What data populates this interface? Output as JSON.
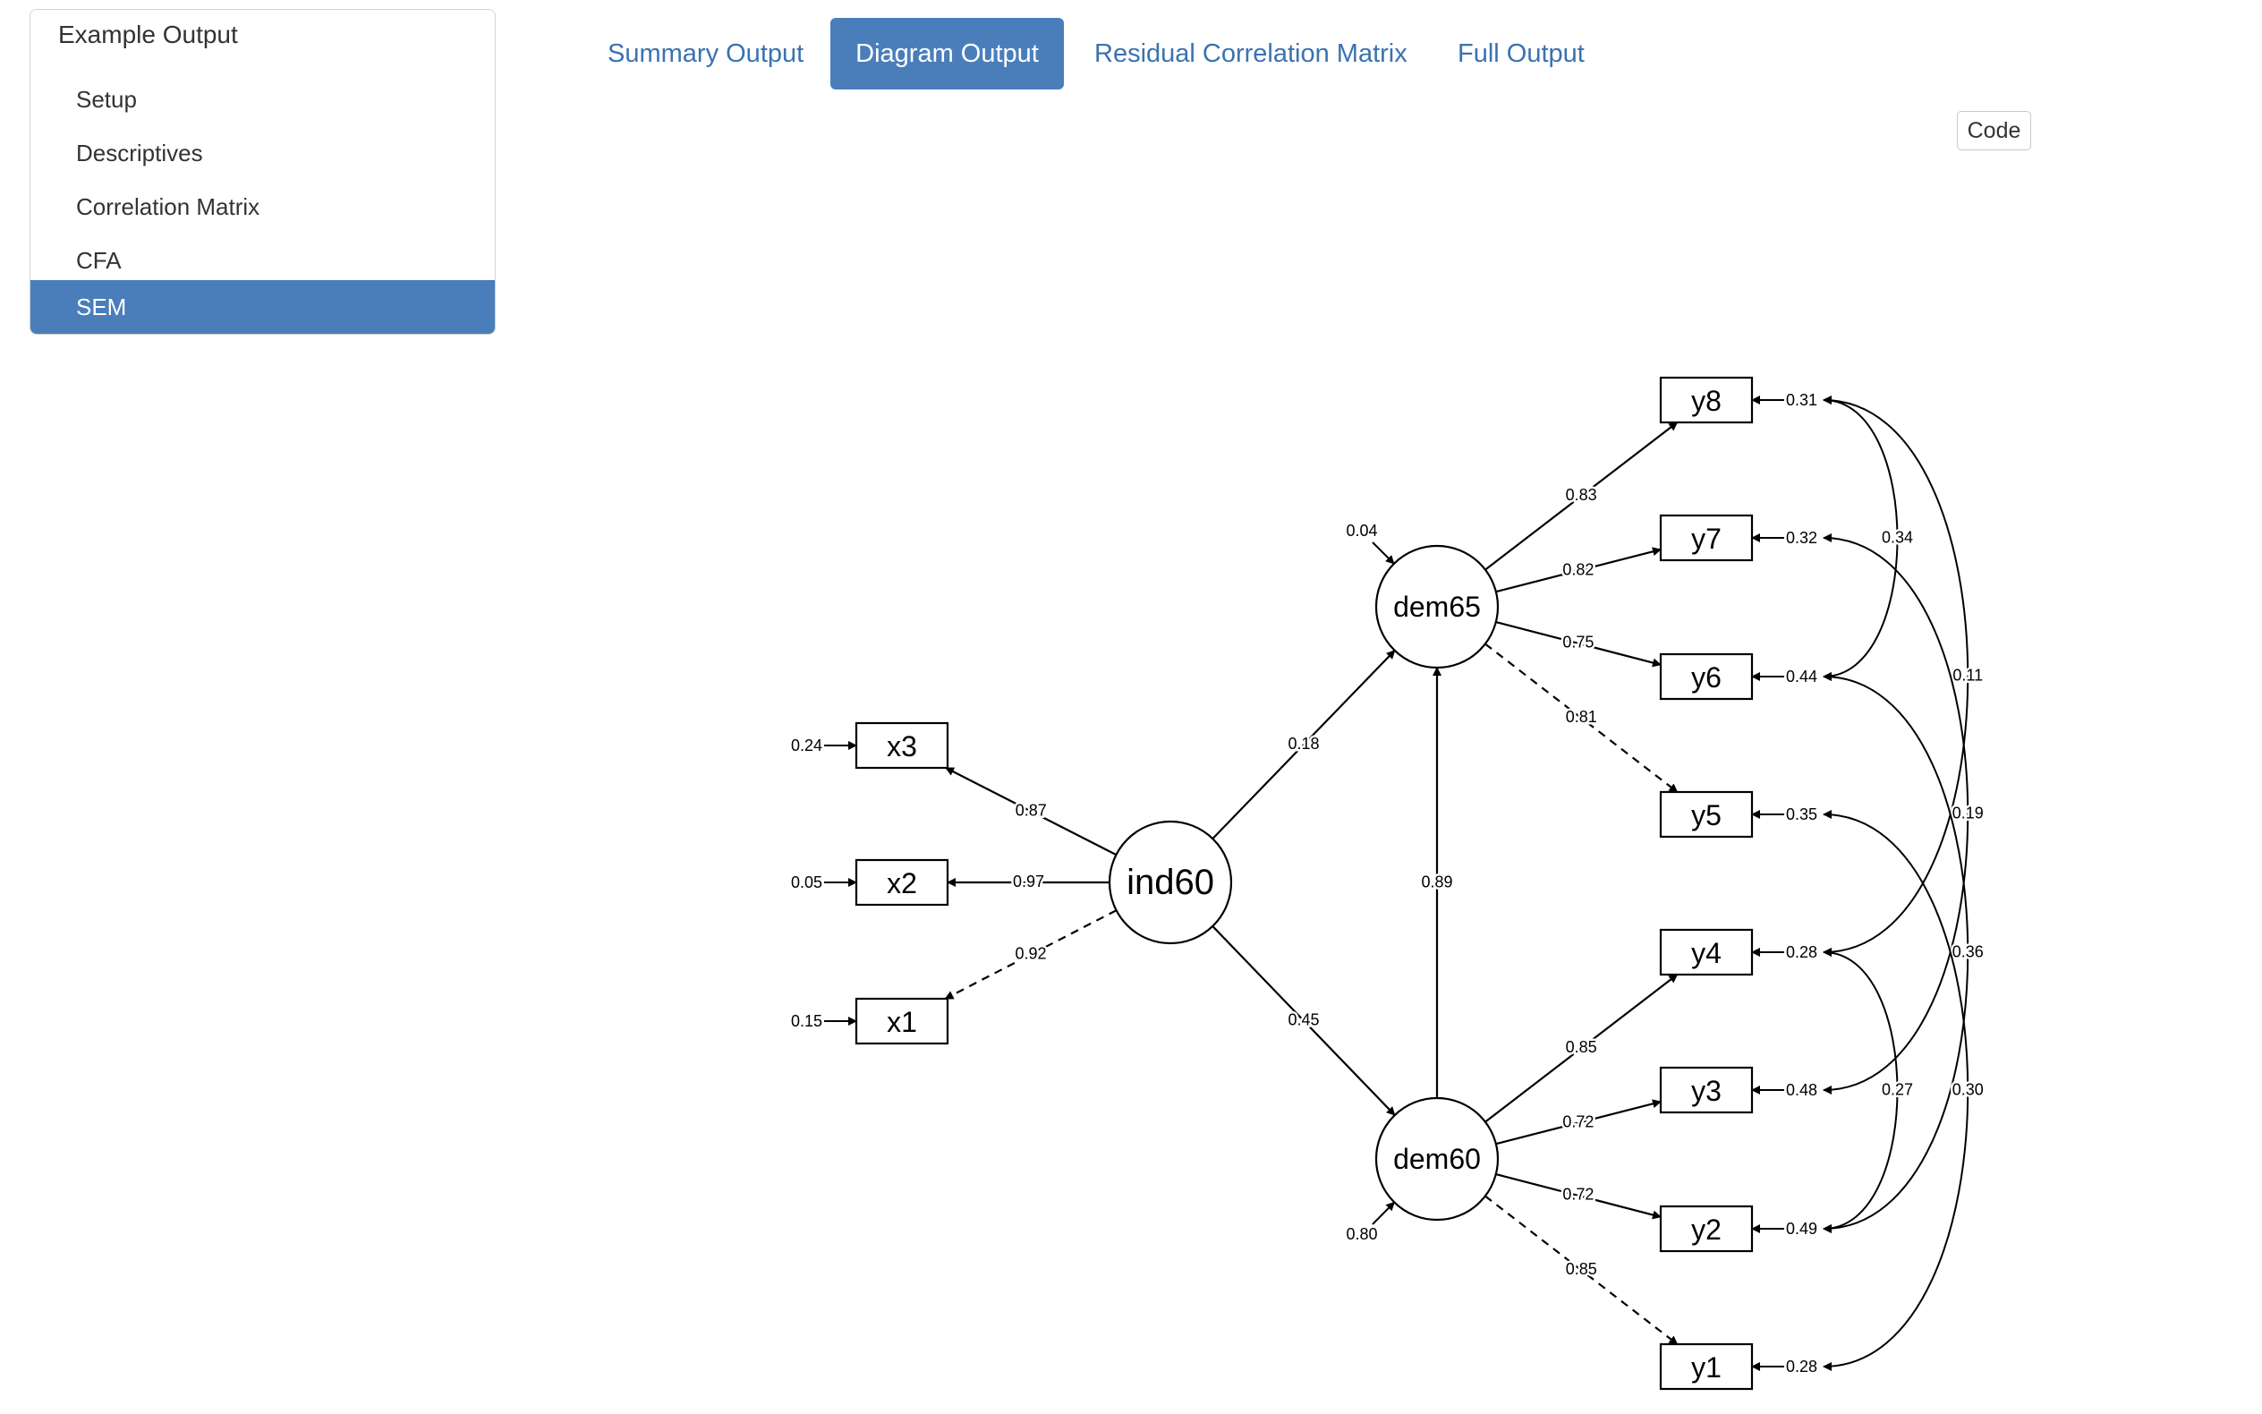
{
  "sidebar": {
    "title": "Example Output",
    "items": [
      {
        "label": "Setup",
        "active": false
      },
      {
        "label": "Descriptives",
        "active": false
      },
      {
        "label": "Correlation Matrix",
        "active": false
      },
      {
        "label": "CFA",
        "active": false
      },
      {
        "label": "SEM",
        "active": true
      }
    ]
  },
  "tabs": [
    {
      "label": "Summary Output",
      "active": false
    },
    {
      "label": "Diagram Output",
      "active": true
    },
    {
      "label": "Residual Correlation Matrix",
      "active": false
    },
    {
      "label": "Full Output",
      "active": false
    }
  ],
  "code_button": "Code",
  "colors": {
    "accent": "#4a7ebb",
    "link": "#3a72b0"
  },
  "diagram": {
    "latents": [
      {
        "id": "ind60",
        "label": "ind60"
      },
      {
        "id": "dem65",
        "label": "dem65",
        "disturbance": "0.04"
      },
      {
        "id": "dem60",
        "label": "dem60",
        "disturbance": "0.80"
      }
    ],
    "indicators": [
      {
        "id": "x3",
        "label": "x3",
        "residual": "0.24"
      },
      {
        "id": "x2",
        "label": "x2",
        "residual": "0.05"
      },
      {
        "id": "x1",
        "label": "x1",
        "residual": "0.15"
      },
      {
        "id": "y8",
        "label": "y8",
        "residual": "0.31"
      },
      {
        "id": "y7",
        "label": "y7",
        "residual": "0.32"
      },
      {
        "id": "y6",
        "label": "y6",
        "residual": "0.44"
      },
      {
        "id": "y5",
        "label": "y5",
        "residual": "0.35"
      },
      {
        "id": "y4",
        "label": "y4",
        "residual": "0.28"
      },
      {
        "id": "y3",
        "label": "y3",
        "residual": "0.48"
      },
      {
        "id": "y2",
        "label": "y2",
        "residual": "0.49"
      },
      {
        "id": "y1",
        "label": "y1",
        "residual": "0.28"
      }
    ],
    "loadings": [
      {
        "from": "ind60",
        "to": "x3",
        "value": "0.87",
        "fixed": false
      },
      {
        "from": "ind60",
        "to": "x2",
        "value": "0.97",
        "fixed": false
      },
      {
        "from": "ind60",
        "to": "x1",
        "value": "0.92",
        "fixed": true
      },
      {
        "from": "dem65",
        "to": "y8",
        "value": "0.83",
        "fixed": false
      },
      {
        "from": "dem65",
        "to": "y7",
        "value": "0.82",
        "fixed": false
      },
      {
        "from": "dem65",
        "to": "y6",
        "value": "0.75",
        "fixed": false
      },
      {
        "from": "dem65",
        "to": "y5",
        "value": "0.81",
        "fixed": true
      },
      {
        "from": "dem60",
        "to": "y4",
        "value": "0.85",
        "fixed": false
      },
      {
        "from": "dem60",
        "to": "y3",
        "value": "0.72",
        "fixed": false
      },
      {
        "from": "dem60",
        "to": "y2",
        "value": "0.72",
        "fixed": false
      },
      {
        "from": "dem60",
        "to": "y1",
        "value": "0.85",
        "fixed": true
      }
    ],
    "regressions": [
      {
        "from": "ind60",
        "to": "dem65",
        "value": "0.18"
      },
      {
        "from": "ind60",
        "to": "dem60",
        "value": "0.45"
      },
      {
        "from": "dem60",
        "to": "dem65",
        "value": "0.89"
      }
    ],
    "covariances": [
      {
        "a": "y8",
        "b": "y6",
        "value": "0.34"
      },
      {
        "a": "y8",
        "b": "y4",
        "value": "0.11"
      },
      {
        "a": "y7",
        "b": "y3",
        "value": "0.19"
      },
      {
        "a": "y6",
        "b": "y2",
        "value": "0.36"
      },
      {
        "a": "y4",
        "b": "y2",
        "value": "0.27"
      },
      {
        "a": "y5",
        "b": "y1",
        "value": "0.30"
      }
    ]
  }
}
